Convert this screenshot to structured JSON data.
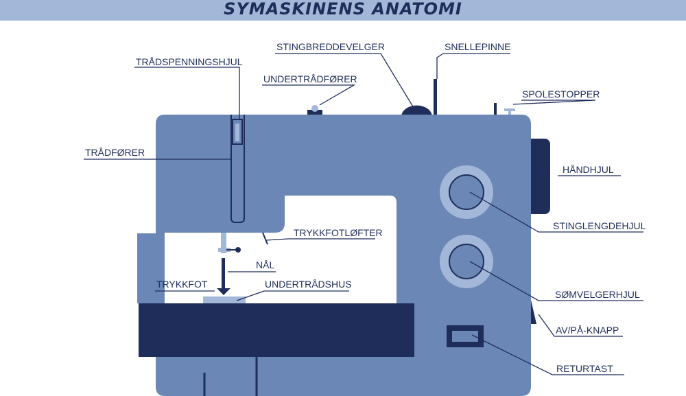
{
  "title": "SYMASKINENS ANATOMI",
  "labels": {
    "stingbreddevelger": "STINGBREDDEVELGER",
    "snellepinne": "SNELLEPINNE",
    "tradspenningshjul": "TRÅDSPENNINGSHJUL",
    "undertradforer": "UNDERTRÅDFØRER",
    "spolestopper": "SPOLESTOPPER",
    "tradforer": "TRÅDFØRER",
    "handhjul": "HÅNDHJUL",
    "stinglengdehjul": "STINGLENGDEHJUL",
    "trykkfotlofter": "TRYKKFOTLØFTER",
    "nal": "NÅL",
    "trykkfot": "TRYKKFOT",
    "undertradshus": "UNDERTRÅDSHUS",
    "somvelgerhjul": "SØMVELGERHJUL",
    "av_pa_knapp": "AV/PÅ-KNAPP",
    "returtast": "RETURTAST"
  },
  "colors": {
    "header": "#a3b8d9",
    "machine_body": "#6b87b6",
    "dark_navy": "#1e2d5a",
    "light_blue": "#a3b8d9",
    "text": "#1e2d5a"
  }
}
